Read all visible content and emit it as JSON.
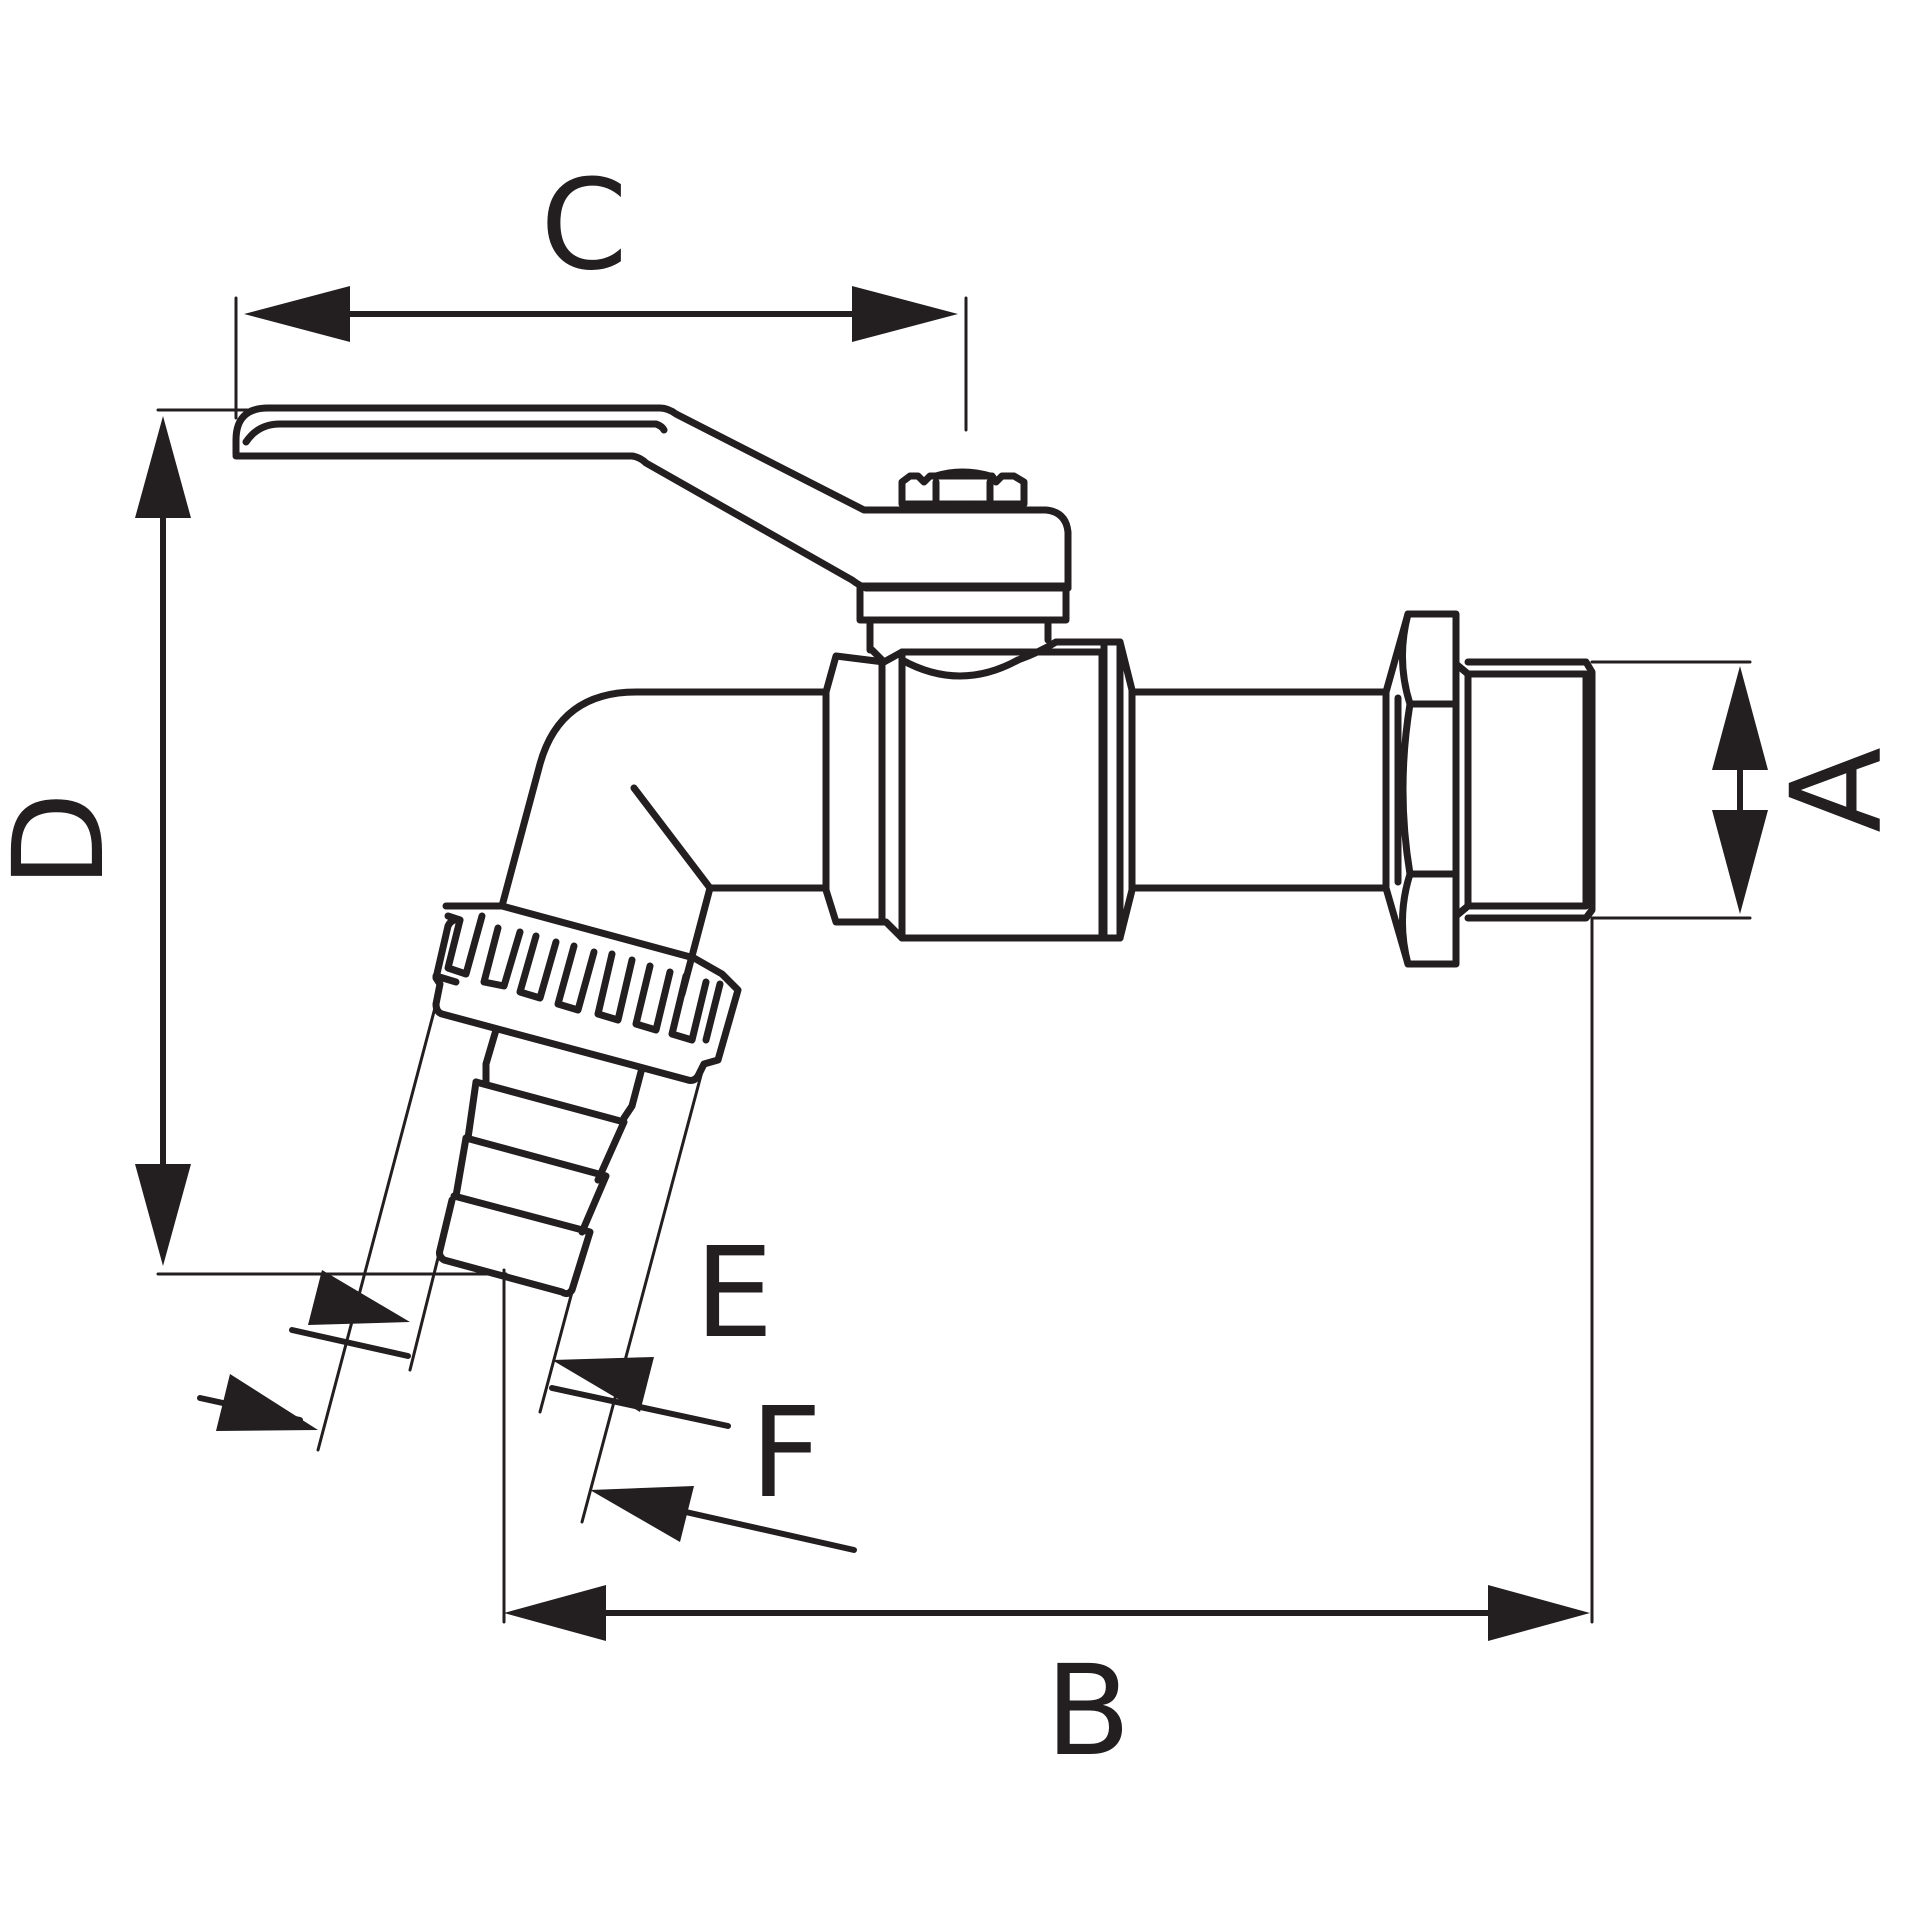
{
  "dimension_labels": {
    "a": "A",
    "b": "B",
    "c": "C",
    "d": "D",
    "e": "E",
    "f": "F"
  },
  "colors": {
    "line": "#231f20",
    "background": "#ffffff"
  }
}
